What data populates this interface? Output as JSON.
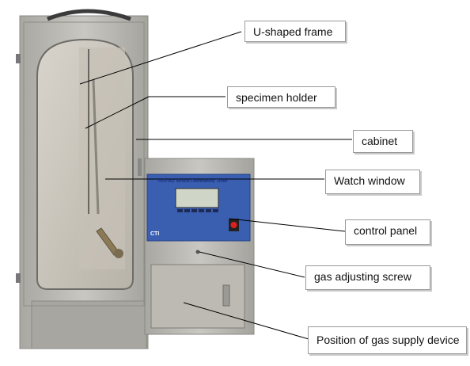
{
  "labels": {
    "u_shaped_frame": "U-shaped frame",
    "specimen_holder": "specimen holder",
    "cabinet": "cabinet",
    "watch_window": "Watch window",
    "control_panel": "control panel",
    "gas_adjusting_screw": "gas adjusting screw",
    "gas_supply_position": "Position of gas supply device"
  },
  "panel": {
    "title": "HVR-002 Vertical Flammability Tester",
    "logo": "CTI"
  },
  "colors": {
    "steel": "#b9b7b1",
    "panel_blue": "#3a5fb0",
    "lcd": "#cfd6c8",
    "power_button": "#e02020"
  }
}
